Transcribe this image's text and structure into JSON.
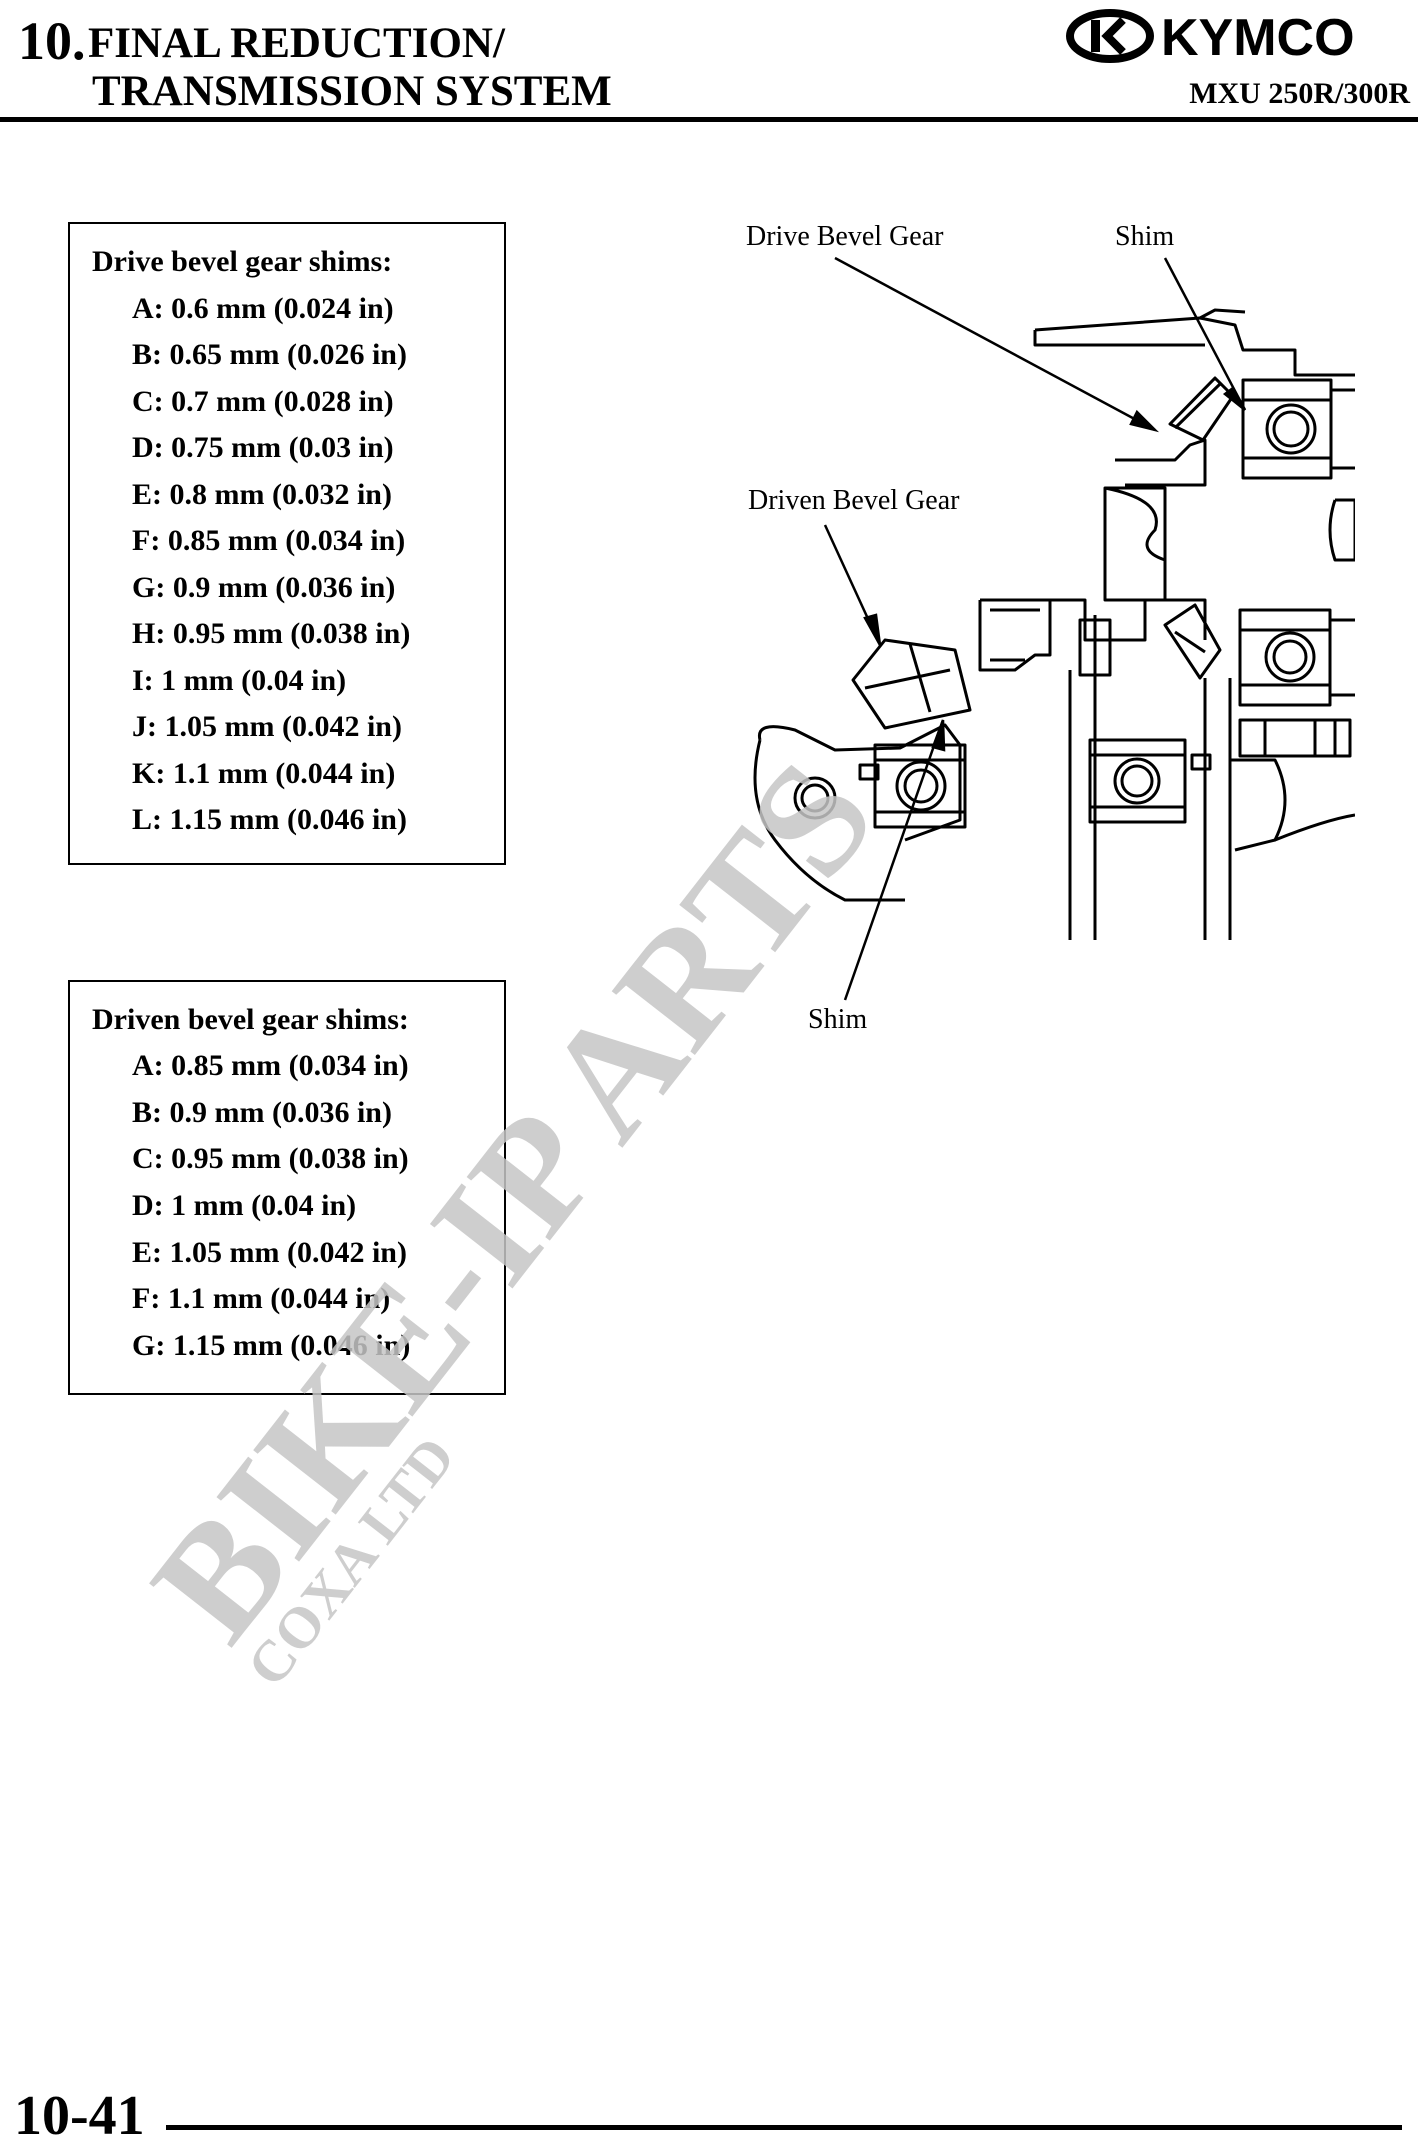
{
  "header": {
    "chapter_number": "10.",
    "title_line1": "FINAL REDUCTION/",
    "title_line2": "TRANSMISSION SYSTEM",
    "brand": "KYMCO",
    "model": "MXU 250R/300R"
  },
  "drive_shims": {
    "title": "Drive bevel gear shims:",
    "items": [
      "A: 0.6 mm (0.024 in)",
      "B: 0.65 mm (0.026 in)",
      "C: 0.7 mm (0.028 in)",
      "D: 0.75 mm (0.03 in)",
      "E: 0.8 mm (0.032 in)",
      "F: 0.85 mm (0.034 in)",
      "G: 0.9 mm (0.036 in)",
      "H: 0.95 mm (0.038 in)",
      "I: 1 mm (0.04 in)",
      "J: 1.05 mm (0.042 in)",
      "K: 1.1 mm (0.044 in)",
      "L: 1.15 mm (0.046 in)"
    ]
  },
  "driven_shims": {
    "title": "Driven bevel gear shims:",
    "items": [
      "A: 0.85 mm (0.034 in)",
      "B: 0.9 mm (0.036 in)",
      "C: 0.95 mm (0.038 in)",
      "D: 1 mm (0.04 in)",
      "E: 1.05 mm (0.042 in)",
      "F: 1.1 mm (0.044 in)",
      "G: 1.15 mm (0.046 in)"
    ]
  },
  "figure": {
    "label_drive_gear": "Drive Bevel Gear",
    "label_shim_top": "Shim",
    "label_driven_gear": "Driven Bevel Gear",
    "label_shim_bottom": "Shim"
  },
  "watermark": {
    "line1": "BIKE-IP ARTS",
    "line2": "COXA LTD"
  },
  "footer": {
    "page_number": "10-41"
  }
}
